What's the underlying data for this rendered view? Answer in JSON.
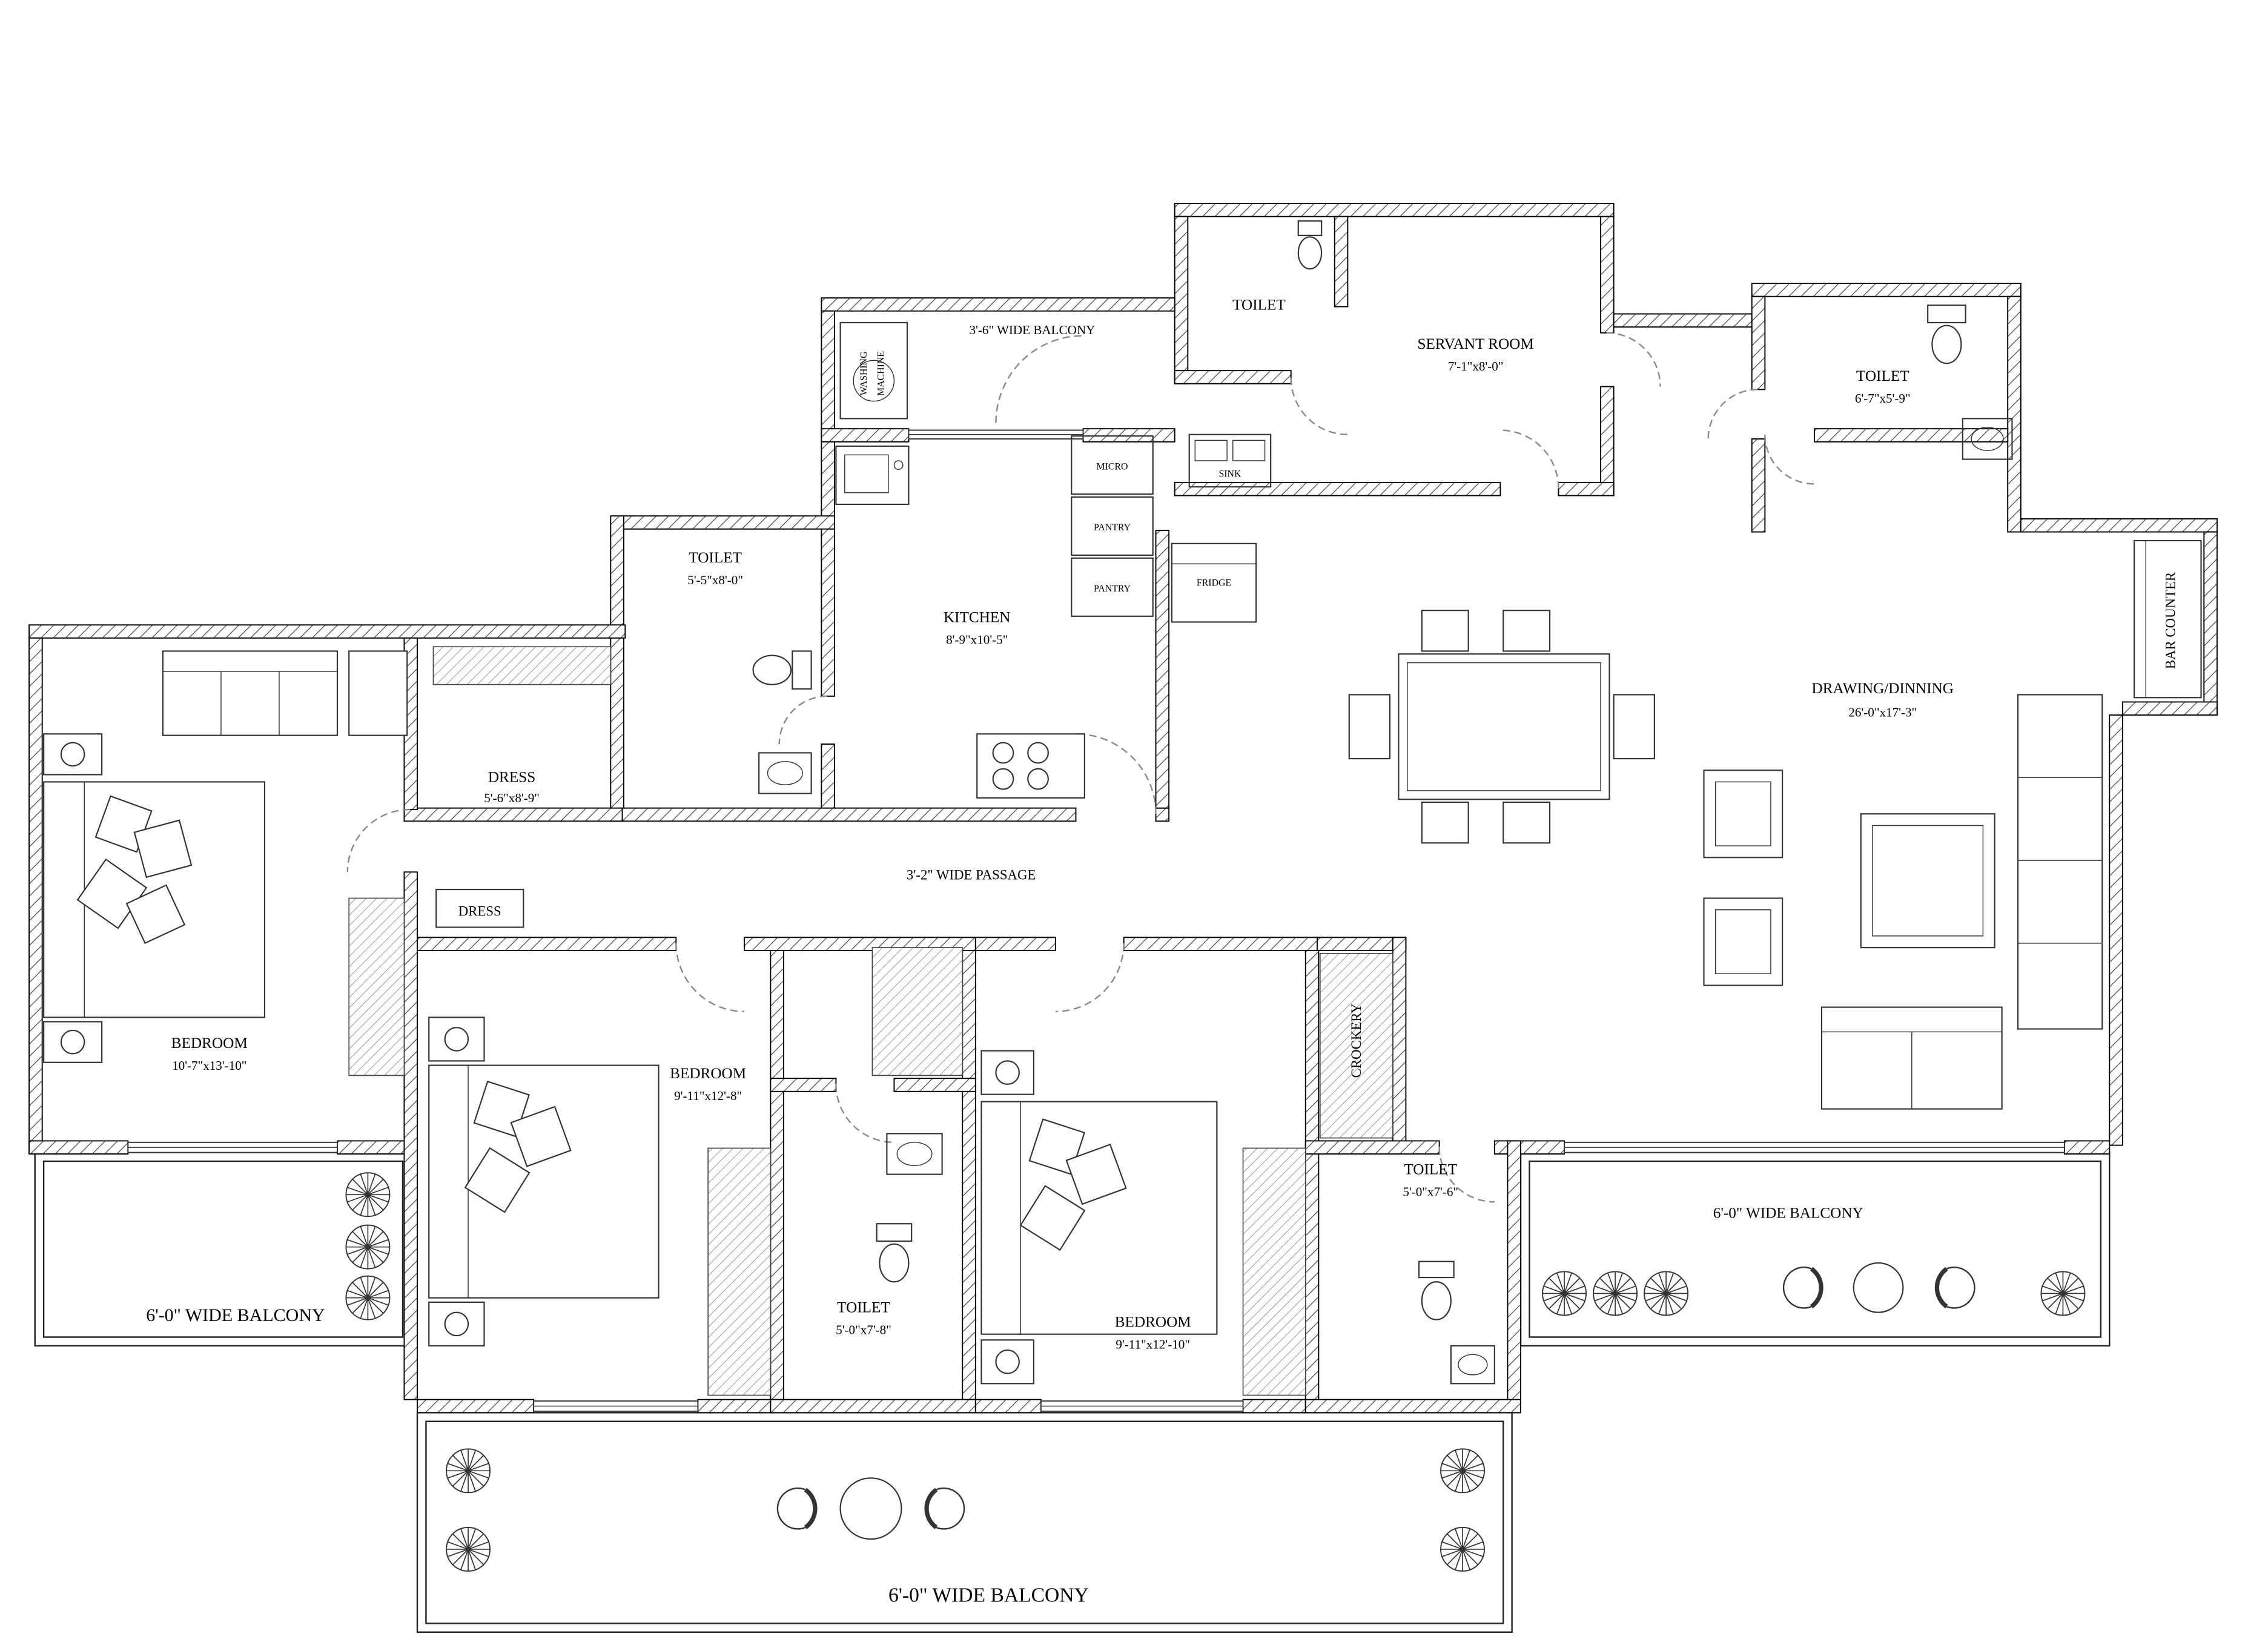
{
  "labels": {
    "toilet_servant": {
      "name": "TOILET"
    },
    "servant_room": {
      "name": "SERVANT ROOM",
      "dims": "7'-1\"x8'-0\""
    },
    "toilet_top_right": {
      "name": "TOILET",
      "dims": "6'-7\"x5'-9\""
    },
    "balcony_top": {
      "name": "3'-6\" WIDE BALCONY"
    },
    "washing_machine": {
      "line1": "WASHING",
      "line2": "MACHINE"
    },
    "micro": {
      "name": "MICRO"
    },
    "sink": {
      "name": "SINK"
    },
    "pantry1": {
      "name": "PANTRY"
    },
    "pantry2": {
      "name": "PANTRY"
    },
    "fridge": {
      "name": "FRIDGE"
    },
    "toilet_kitchen": {
      "name": "TOILET",
      "dims": "5'-5\"x8'-0\""
    },
    "kitchen": {
      "name": "KITCHEN",
      "dims": "8'-9\"x10'-5\""
    },
    "drawing_dining": {
      "name": "DRAWING/DINNING",
      "dims": "26'-0\"x17'-3\""
    },
    "bar_counter": {
      "name": "BAR COUNTER"
    },
    "dress_main": {
      "name": "DRESS",
      "dims": "5'-6\"x8'-9\""
    },
    "dress_small": {
      "name": "DRESS"
    },
    "passage": {
      "name": "3'-2\" WIDE PASSAGE"
    },
    "bedroom_left": {
      "name": "BEDROOM",
      "dims": "10'-7\"x13'-10\""
    },
    "bedroom_mid": {
      "name": "BEDROOM",
      "dims": "9'-11\"x12'-8\""
    },
    "crockery": {
      "name": "CROCKERY"
    },
    "toilet_right": {
      "name": "TOILET",
      "dims": "5'-0\"x7'-6\""
    },
    "balcony_right": {
      "name": "6'-0\" WIDE BALCONY"
    },
    "balcony_left": {
      "name": "6'-0\" WIDE BALCONY"
    },
    "toilet_mid": {
      "name": "TOILET",
      "dims": "5'-0\"x7'-8\""
    },
    "bedroom_right": {
      "name": "BEDROOM",
      "dims": "9'-11\"x12'-10\""
    },
    "balcony_bottom": {
      "name": "6'-0\" WIDE BALCONY"
    }
  }
}
